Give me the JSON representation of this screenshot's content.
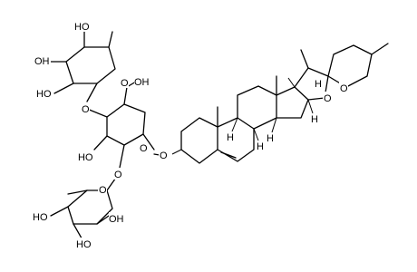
{
  "molecule": {
    "labels": {
      "o_ring_top_sugar": "O",
      "ho_top_1": "HO",
      "oh_top_2": "OH",
      "ho_top_3": "HO",
      "o_link_top": "O",
      "oh_ch2": "OH",
      "o_ring_mid_sugar": "O",
      "ho_mid": "HO",
      "o_glyco": "O",
      "o_link_bottom": "O",
      "o_ring_bot_sugar": "O",
      "ho_bot_1": "HO",
      "ho_bot_2": "HO",
      "oh_bot_3": "OH",
      "h_c9": "H",
      "h_c8": "H",
      "h_c14": "H",
      "h_c16": "H",
      "h_c20": "H",
      "o_furan": "O",
      "o_pyran": "O"
    }
  }
}
